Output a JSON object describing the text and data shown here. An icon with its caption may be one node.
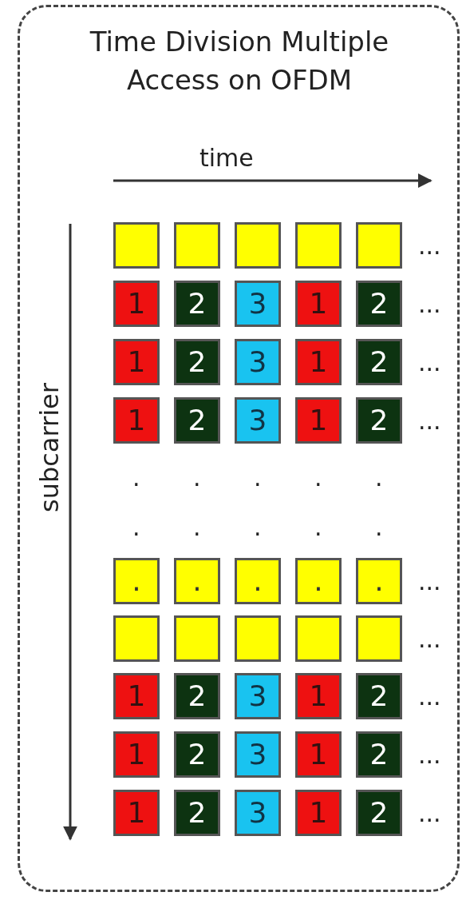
{
  "diagram": {
    "title": "Time Division Multiple Access on OFDM",
    "nodes": [
      {
        "text": [],
        "shape": "box"
      },
      {
        "text": [],
        "shape": "box"
      },
      {
        "text": [],
        "shape": "box"
      },
      {
        "text": [],
        "shape": "box"
      },
      {
        "text": [],
        "shape": "box"
      },
      {
        "text": [
          "1"
        ]
      },
      {
        "text": [
          "2"
        ]
      },
      {
        "text": [
          "3"
        ]
      },
      {
        "text": [
          "1"
        ]
      },
      {
        "text": [
          "2"
        ]
      },
      {
        "text": [
          "1"
        ]
      },
      {
        "text": [
          "2"
        ]
      },
      {
        "text": [
          "3"
        ]
      },
      {
        "text": [
          "1"
        ]
      },
      {
        "text": [
          "2"
        ]
      },
      {
        "text": [
          "1"
        ]
      },
      {
        "text": [
          "2"
        ]
      },
      {
        "text": [
          "3"
        ]
      },
      {
        "text": [
          "1"
        ]
      },
      {
        "text": [
          "2"
        ]
      },
      {
        "text": [
          "."
        ]
      },
      {
        "text": [
          "."
        ]
      },
      {
        "text": [
          "."
        ]
      },
      {
        "text": [
          "."
        ]
      },
      {
        "text": [
          "."
        ]
      },
      {
        "text": [],
        "shape": "box"
      },
      {
        "text": [],
        "shape": "box"
      },
      {
        "text": [],
        "shape": "box"
      },
      {
        "text": [],
        "shape": "box"
      },
      {
        "text": [],
        "shape": "box"
      },
      {
        "text": [
          "1"
        ]
      },
      {
        "text": [
          "2"
        ]
      },
      {
        "text": [
          "3"
        ]
      },
      {
        "text": [
          "1"
        ]
      },
      {
        "text": [
          "2"
        ]
      },
      {
        "text": [
          "1"
        ]
      },
      {
        "text": [
          "2"
        ]
      },
      {
        "text": [
          "3"
        ]
      },
      {
        "text": [
          "1"
        ]
      },
      {
        "text": [
          "2"
        ]
      },
      {
        "text": [
          "1"
        ]
      },
      {
        "text": [
          "2"
        ]
      },
      {
        "text": [
          "3"
        ]
      },
      {
        "text": [
          "1"
        ]
      },
      {
        "text": [
          "2"
        ]
      }
    ],
    "edges": [],
    "labels": [
      "time",
      "subcarrier",
      "...",
      "...",
      "...",
      "...",
      ".",
      ".",
      ".",
      ".",
      ".",
      ".",
      ".",
      ".",
      ".",
      ".",
      "...",
      "...",
      "...",
      "...",
      "..."
    ]
  }
}
